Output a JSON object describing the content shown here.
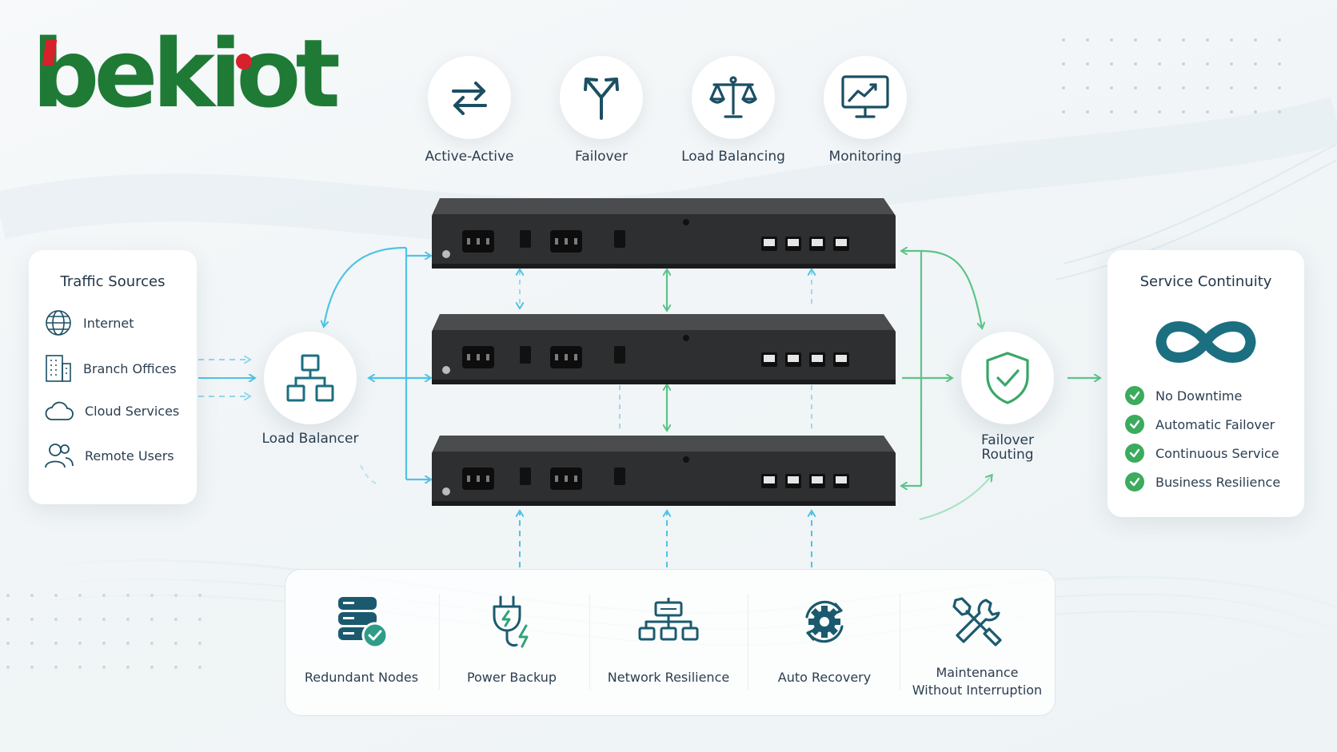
{
  "brand": {
    "logo_text": "bekiot"
  },
  "features": [
    {
      "label": "Active-Active",
      "icon": "arrows-swap-icon"
    },
    {
      "label": "Failover",
      "icon": "fork-arrows-icon"
    },
    {
      "label": "Load Balancing",
      "icon": "scales-icon"
    },
    {
      "label": "Monitoring",
      "icon": "monitor-chart-icon"
    }
  ],
  "traffic_sources": {
    "title": "Traffic Sources",
    "items": [
      {
        "label": "Internet",
        "icon": "globe-icon"
      },
      {
        "label": "Branch Offices",
        "icon": "building-icon"
      },
      {
        "label": "Cloud Services",
        "icon": "cloud-icon"
      },
      {
        "label": "Remote Users",
        "icon": "users-icon"
      }
    ]
  },
  "load_balancer": {
    "label": "Load Balancer",
    "icon": "hierarchy-icon"
  },
  "failover_routing": {
    "label_line1": "Failover",
    "label_line2": "Routing",
    "icon": "shield-check-icon"
  },
  "service_continuity": {
    "title": "Service Continuity",
    "icon": "infinity-icon",
    "items": [
      "No Downtime",
      "Automatic Failover",
      "Continuous Service",
      "Business Resilience"
    ]
  },
  "bottom_features": [
    {
      "label": "Redundant Nodes",
      "icon": "database-check-icon"
    },
    {
      "label": "Power Backup",
      "icon": "plug-bolt-icon"
    },
    {
      "label": "Network Resilience",
      "icon": "network-nodes-icon"
    },
    {
      "label": "Auto Recovery",
      "icon": "gear-refresh-icon"
    },
    {
      "label_line1": "Maintenance",
      "label_line2": "Without Interruption",
      "icon": "wrench-screwdriver-icon"
    }
  ],
  "colors": {
    "brand_green": "#1f7a36",
    "brand_red": "#d7212b",
    "teal": "#1b6f80",
    "cyan_arrow": "#4fc3e6",
    "green_arrow": "#5dc389",
    "check_green": "#3bab5e"
  }
}
